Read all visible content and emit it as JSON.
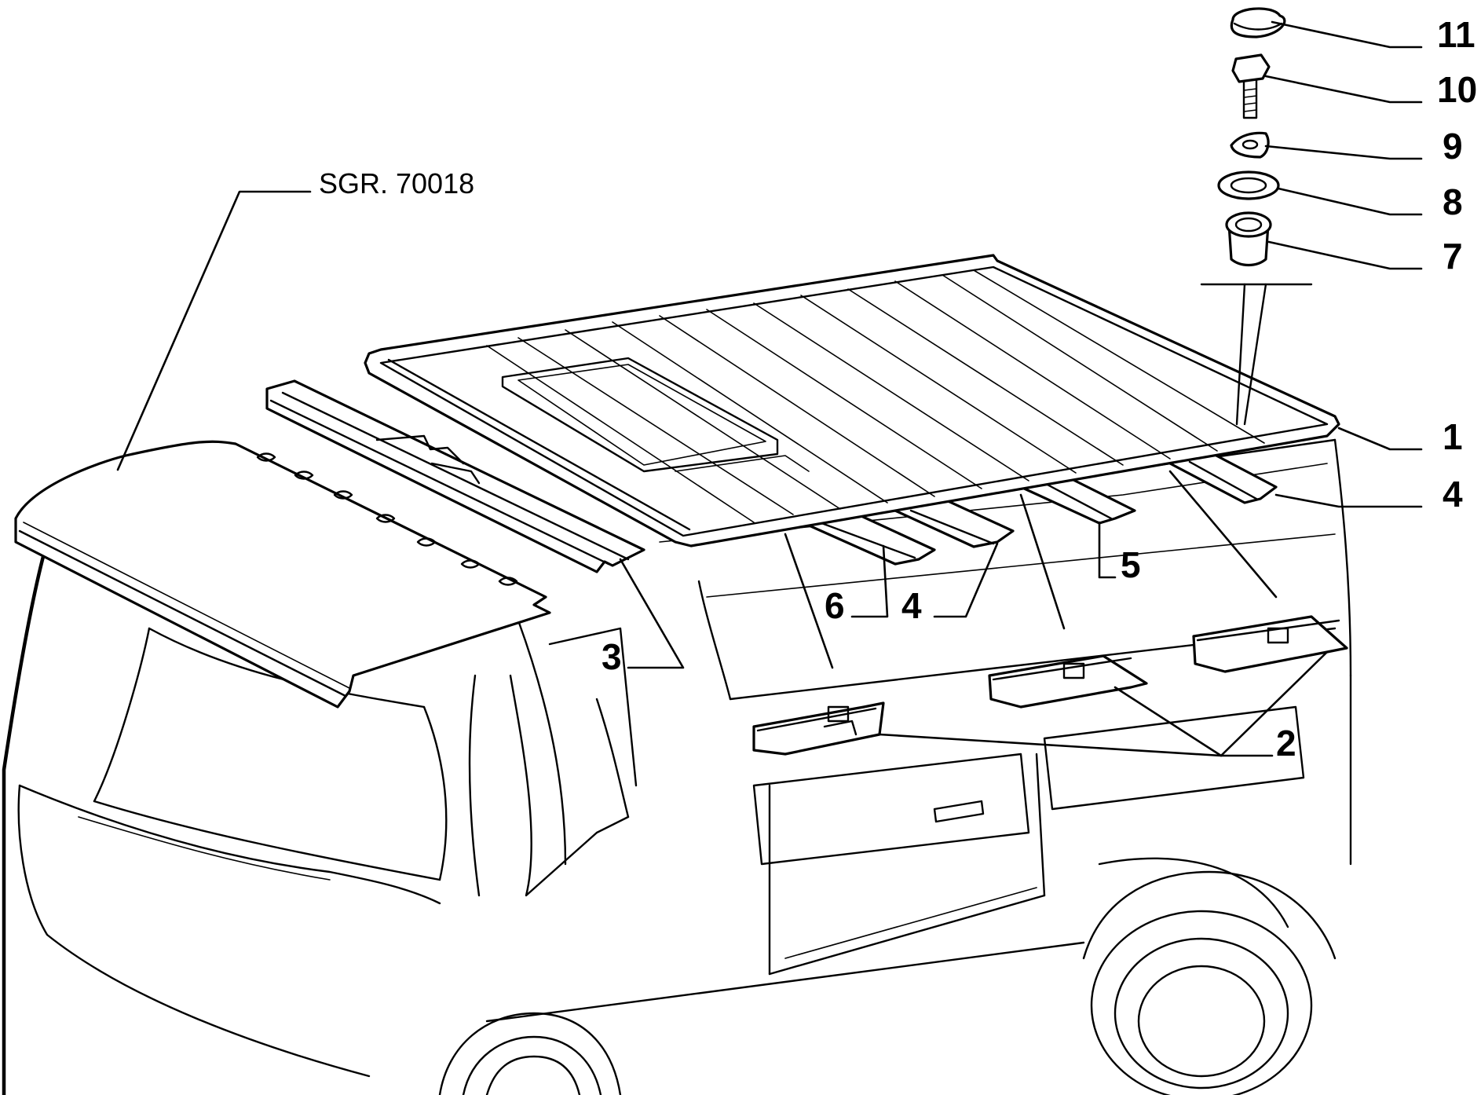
{
  "reference": "SGR. 70018",
  "callouts": [
    {
      "id": "1",
      "label": "1"
    },
    {
      "id": "2",
      "label": "2"
    },
    {
      "id": "3",
      "label": "3"
    },
    {
      "id": "4a",
      "label": "4"
    },
    {
      "id": "4b",
      "label": "4"
    },
    {
      "id": "5",
      "label": "5"
    },
    {
      "id": "6",
      "label": "6"
    },
    {
      "id": "7",
      "label": "7"
    },
    {
      "id": "8",
      "label": "8"
    },
    {
      "id": "9",
      "label": "9"
    },
    {
      "id": "10",
      "label": "10"
    },
    {
      "id": "11",
      "label": "11"
    }
  ]
}
